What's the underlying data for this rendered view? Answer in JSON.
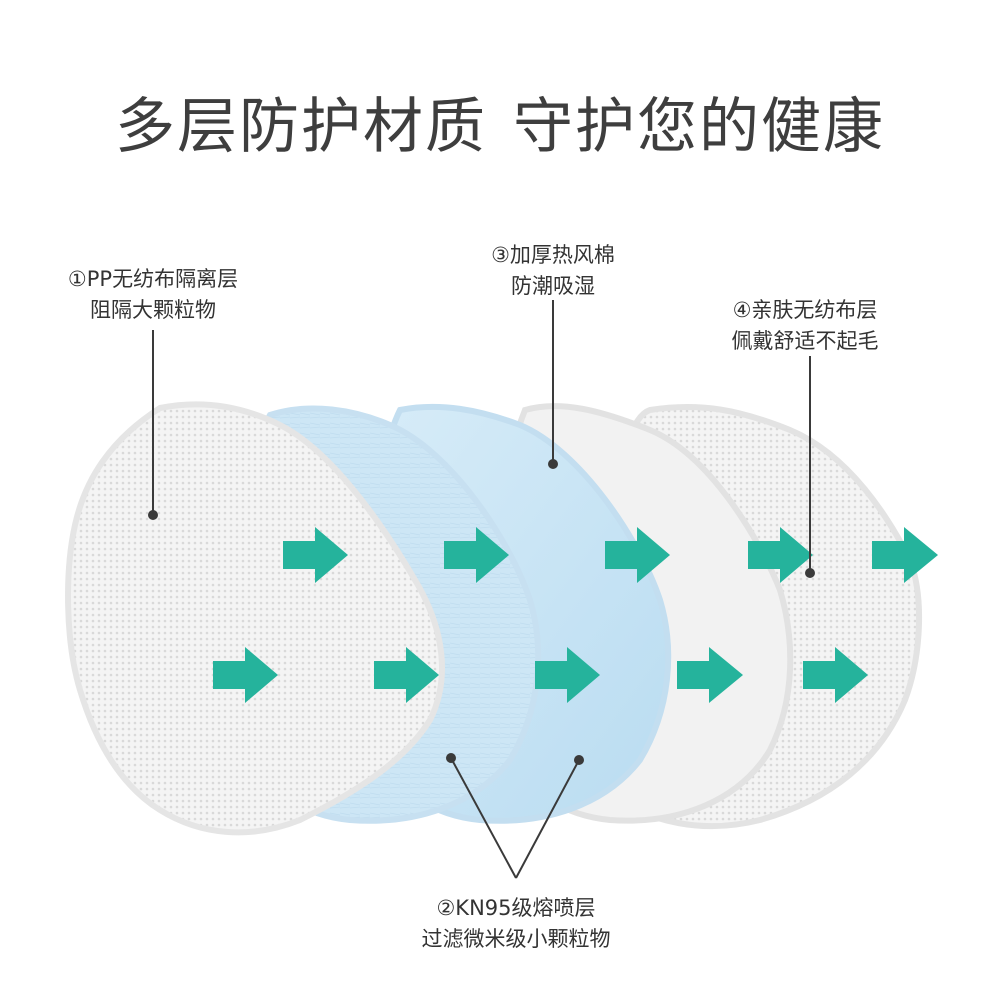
{
  "title": {
    "part1": "多层防护材质",
    "part2": "守护您的健康"
  },
  "layers": {
    "layer1": {
      "line1": "①PP无纺布隔离层",
      "line2": "阻隔大颗粒物"
    },
    "layer2": {
      "line1": "②KN95级熔喷层",
      "line2": "过滤微米级小颗粒物"
    },
    "layer3": {
      "line1": "③加厚热风棉",
      "line2": "防潮吸湿"
    },
    "layer4": {
      "line1": "④亲肤无纺布层",
      "line2": "佩戴舒适不起毛"
    }
  },
  "colors": {
    "arrow": "#25b39c",
    "blue_layer": "#cfe8f6",
    "white_layer": "#f3f3f3",
    "dotted_layer": "#ececec",
    "text": "#333333"
  },
  "icons": {
    "arrow": "right-arrow-icon"
  }
}
